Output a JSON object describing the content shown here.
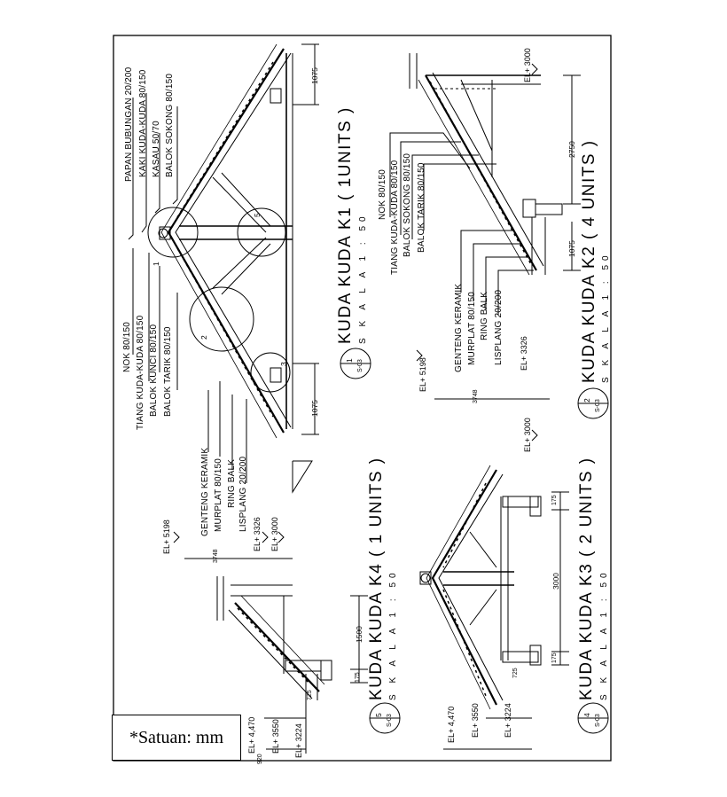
{
  "satuan": "*Satuan: mm",
  "k1": {
    "title": "KUDA KUDA K1  ( 1UNITS )",
    "scale": "S K A L A   1 : 50",
    "num": "1",
    "sheet": "S-03",
    "labels_top": [
      "PAPAN BUBUNGAN 20/200",
      "KAKI KUDA-KUDA 80/150",
      "KASAU 50/70",
      "BALOK SOKONG 80/150"
    ],
    "labels_mid": [
      "NOK 80/150",
      "TIANG KUDA-KUDA 80/150",
      "BALOK KUNCI 80/150",
      "BALOK TARIK 80/150"
    ],
    "labels_bot": [
      "GENTENG KERAMIK",
      "MURPLAT 80/150",
      "RING BALK",
      "LISPLANG 20/200"
    ],
    "circles": [
      "1",
      "2",
      "3",
      "5"
    ],
    "dims": [
      "1075",
      "1075",
      "3748"
    ],
    "elevations": [
      "EL+ 5198",
      "EL+ 3326",
      "EL+ 3000"
    ]
  },
  "k2": {
    "title": "KUDA KUDA K2  ( 4 UNITS )",
    "scale": "S K A L A   1 : 50",
    "num": "2",
    "sheet": "S-03",
    "labels_top": [
      "NOK 80/150",
      "TIANG KUDA-KUDA 80/150",
      "BALOK SOKONG 80/150",
      "BALOK TARIK 80/150"
    ],
    "labels_bot": [
      "GENTENG KERAMIK",
      "MURPLAT 80/150",
      "RING BALK",
      "LISPLANG 20/200"
    ],
    "dims": [
      "2750",
      "1075",
      "3748"
    ],
    "elevations": [
      "EL+ 3000",
      "EL+ 5198",
      "EL+ 3326",
      "EL+ 3000"
    ]
  },
  "k4": {
    "title": "KUDA KUDA K4  ( 1 UNITS )",
    "scale": "S K A L A   1 : 50",
    "num": "5",
    "sheet": "S-03",
    "dims": [
      "1500",
      "175",
      "725",
      "920"
    ],
    "elevations": [
      "EL+ 4,470",
      "EL+ 3550",
      "EL+ 3224"
    ]
  },
  "k3": {
    "title": "KUDA KUDA K3  ( 2 UNITS )",
    "scale": "S K A L A   1 : 50",
    "num": "4",
    "sheet": "S-03",
    "dims": [
      "175",
      "3000",
      "175",
      "725"
    ],
    "elevations": [
      "EL+ 4,470",
      "EL+ 3550",
      "EL+ 3224"
    ]
  }
}
